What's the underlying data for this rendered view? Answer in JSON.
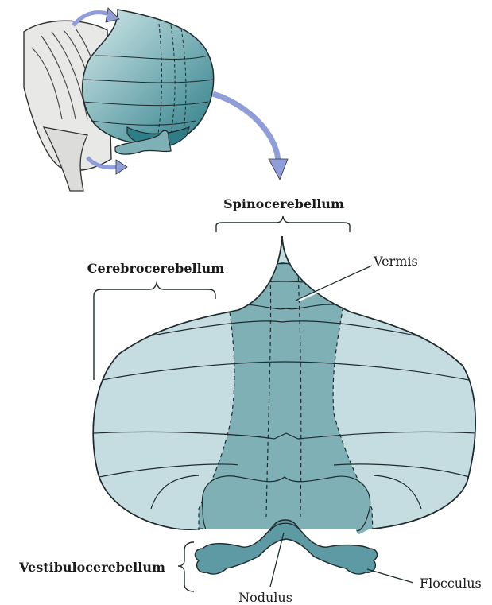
{
  "labels": {
    "spinocerebellum": "Spinocerebellum",
    "cerebrocerebellum": "Cerebrocerebellum",
    "vermis": "Vermis",
    "vestibulocerebellum": "Vestibulocerebellum",
    "nodulus": "Nodulus",
    "flocculus": "Flocculus"
  },
  "colors": {
    "hemisphere": "#c5dde0",
    "vermis": "#7fb0b6",
    "vestibulo": "#5e9aa3",
    "arrow": "#8f9ed8",
    "outline": "#1f2b2d"
  }
}
